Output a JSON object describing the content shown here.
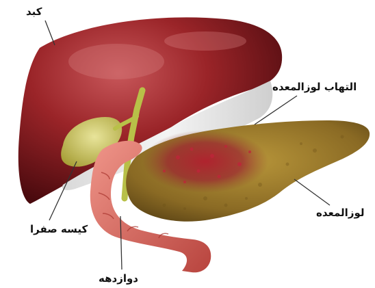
{
  "labels": {
    "liver": "کبد",
    "pancreatitis": "التهاب لوزالمعده",
    "pancreas": "لوزالمعده",
    "gallbladder": "کیسه صفرا",
    "duodenum": "دوازدهه"
  },
  "colors": {
    "liver": "#8e1d22",
    "liver_highlight": "#c85a5a",
    "liver_shadow": "#4a0a0e",
    "gallbladder": "#c9c25a",
    "bile_duct": "#b8c048",
    "duodenum": "#d86a60",
    "pancreas": "#9a7a2a",
    "inflammation": "#a01e2a",
    "leader_line": "#333333"
  },
  "icons": [
    "liver-organ",
    "gallbladder-organ",
    "duodenum-organ",
    "pancreas-organ"
  ]
}
